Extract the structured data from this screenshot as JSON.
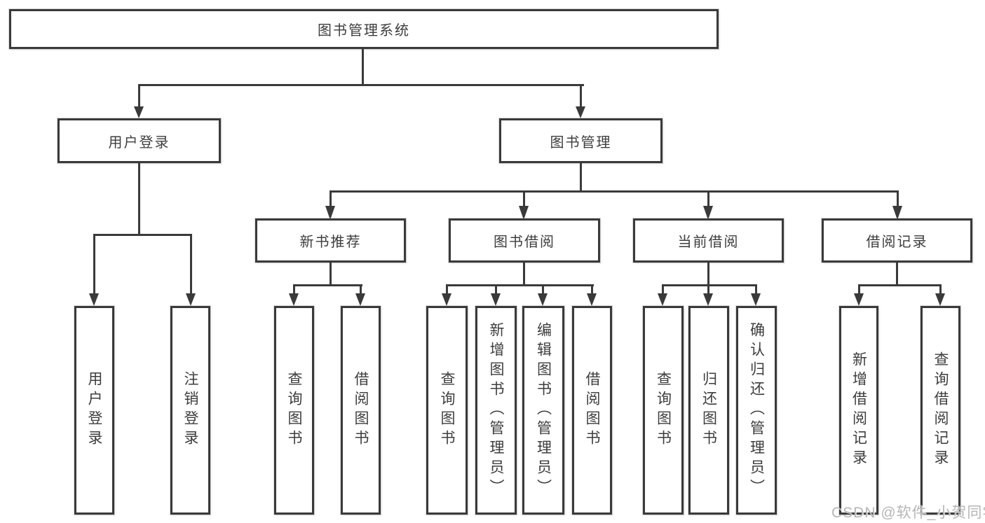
{
  "colors": {
    "line": "#3a3a3a",
    "box_border": "#3a3a3a",
    "text": "#3d3d3d",
    "watermark": "#b6b6b6",
    "background": "#ffffff"
  },
  "tree": {
    "root": "图书管理系统",
    "children": [
      {
        "label": "用户登录",
        "children": [
          {
            "label": "用户登录"
          },
          {
            "label": "注销登录"
          }
        ]
      },
      {
        "label": "图书管理",
        "children": [
          {
            "label": "新书推荐",
            "children": [
              {
                "label": "查询图书"
              },
              {
                "label": "借阅图书"
              }
            ]
          },
          {
            "label": "图书借阅",
            "children": [
              {
                "label": "查询图书"
              },
              {
                "label": "新增图书（管理员）"
              },
              {
                "label": "编辑图书（管理员）"
              },
              {
                "label": "借阅图书"
              }
            ]
          },
          {
            "label": "当前借阅",
            "children": [
              {
                "label": "查询图书"
              },
              {
                "label": "归还图书"
              },
              {
                "label": "确认归还（管理员）"
              }
            ]
          },
          {
            "label": "借阅记录",
            "children": [
              {
                "label": "新增借阅记录"
              },
              {
                "label": "查询借阅记录"
              }
            ]
          }
        ]
      }
    ]
  },
  "watermark": {
    "text": "CSDN @软件_小贺同学"
  }
}
